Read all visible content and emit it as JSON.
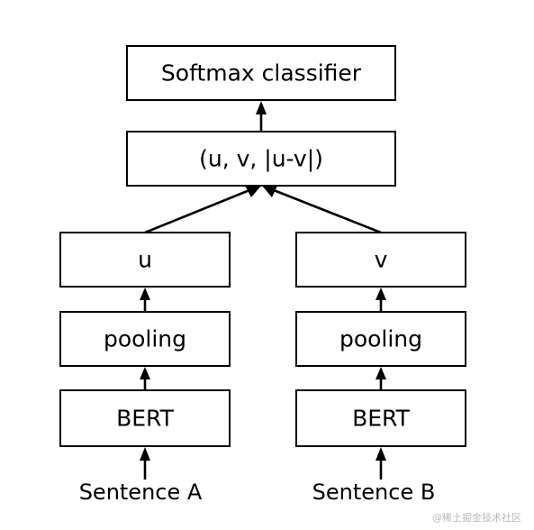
{
  "nodes": {
    "softmax": "Softmax classifier",
    "concat": "(u, v, |u-v|)",
    "u": "u",
    "v": "v",
    "pooling_a": "pooling",
    "pooling_b": "pooling",
    "bert_a": "BERT",
    "bert_b": "BERT"
  },
  "inputs": {
    "a": "Sentence A",
    "b": "Sentence B"
  },
  "watermark": "@稀土掘金技术社区"
}
